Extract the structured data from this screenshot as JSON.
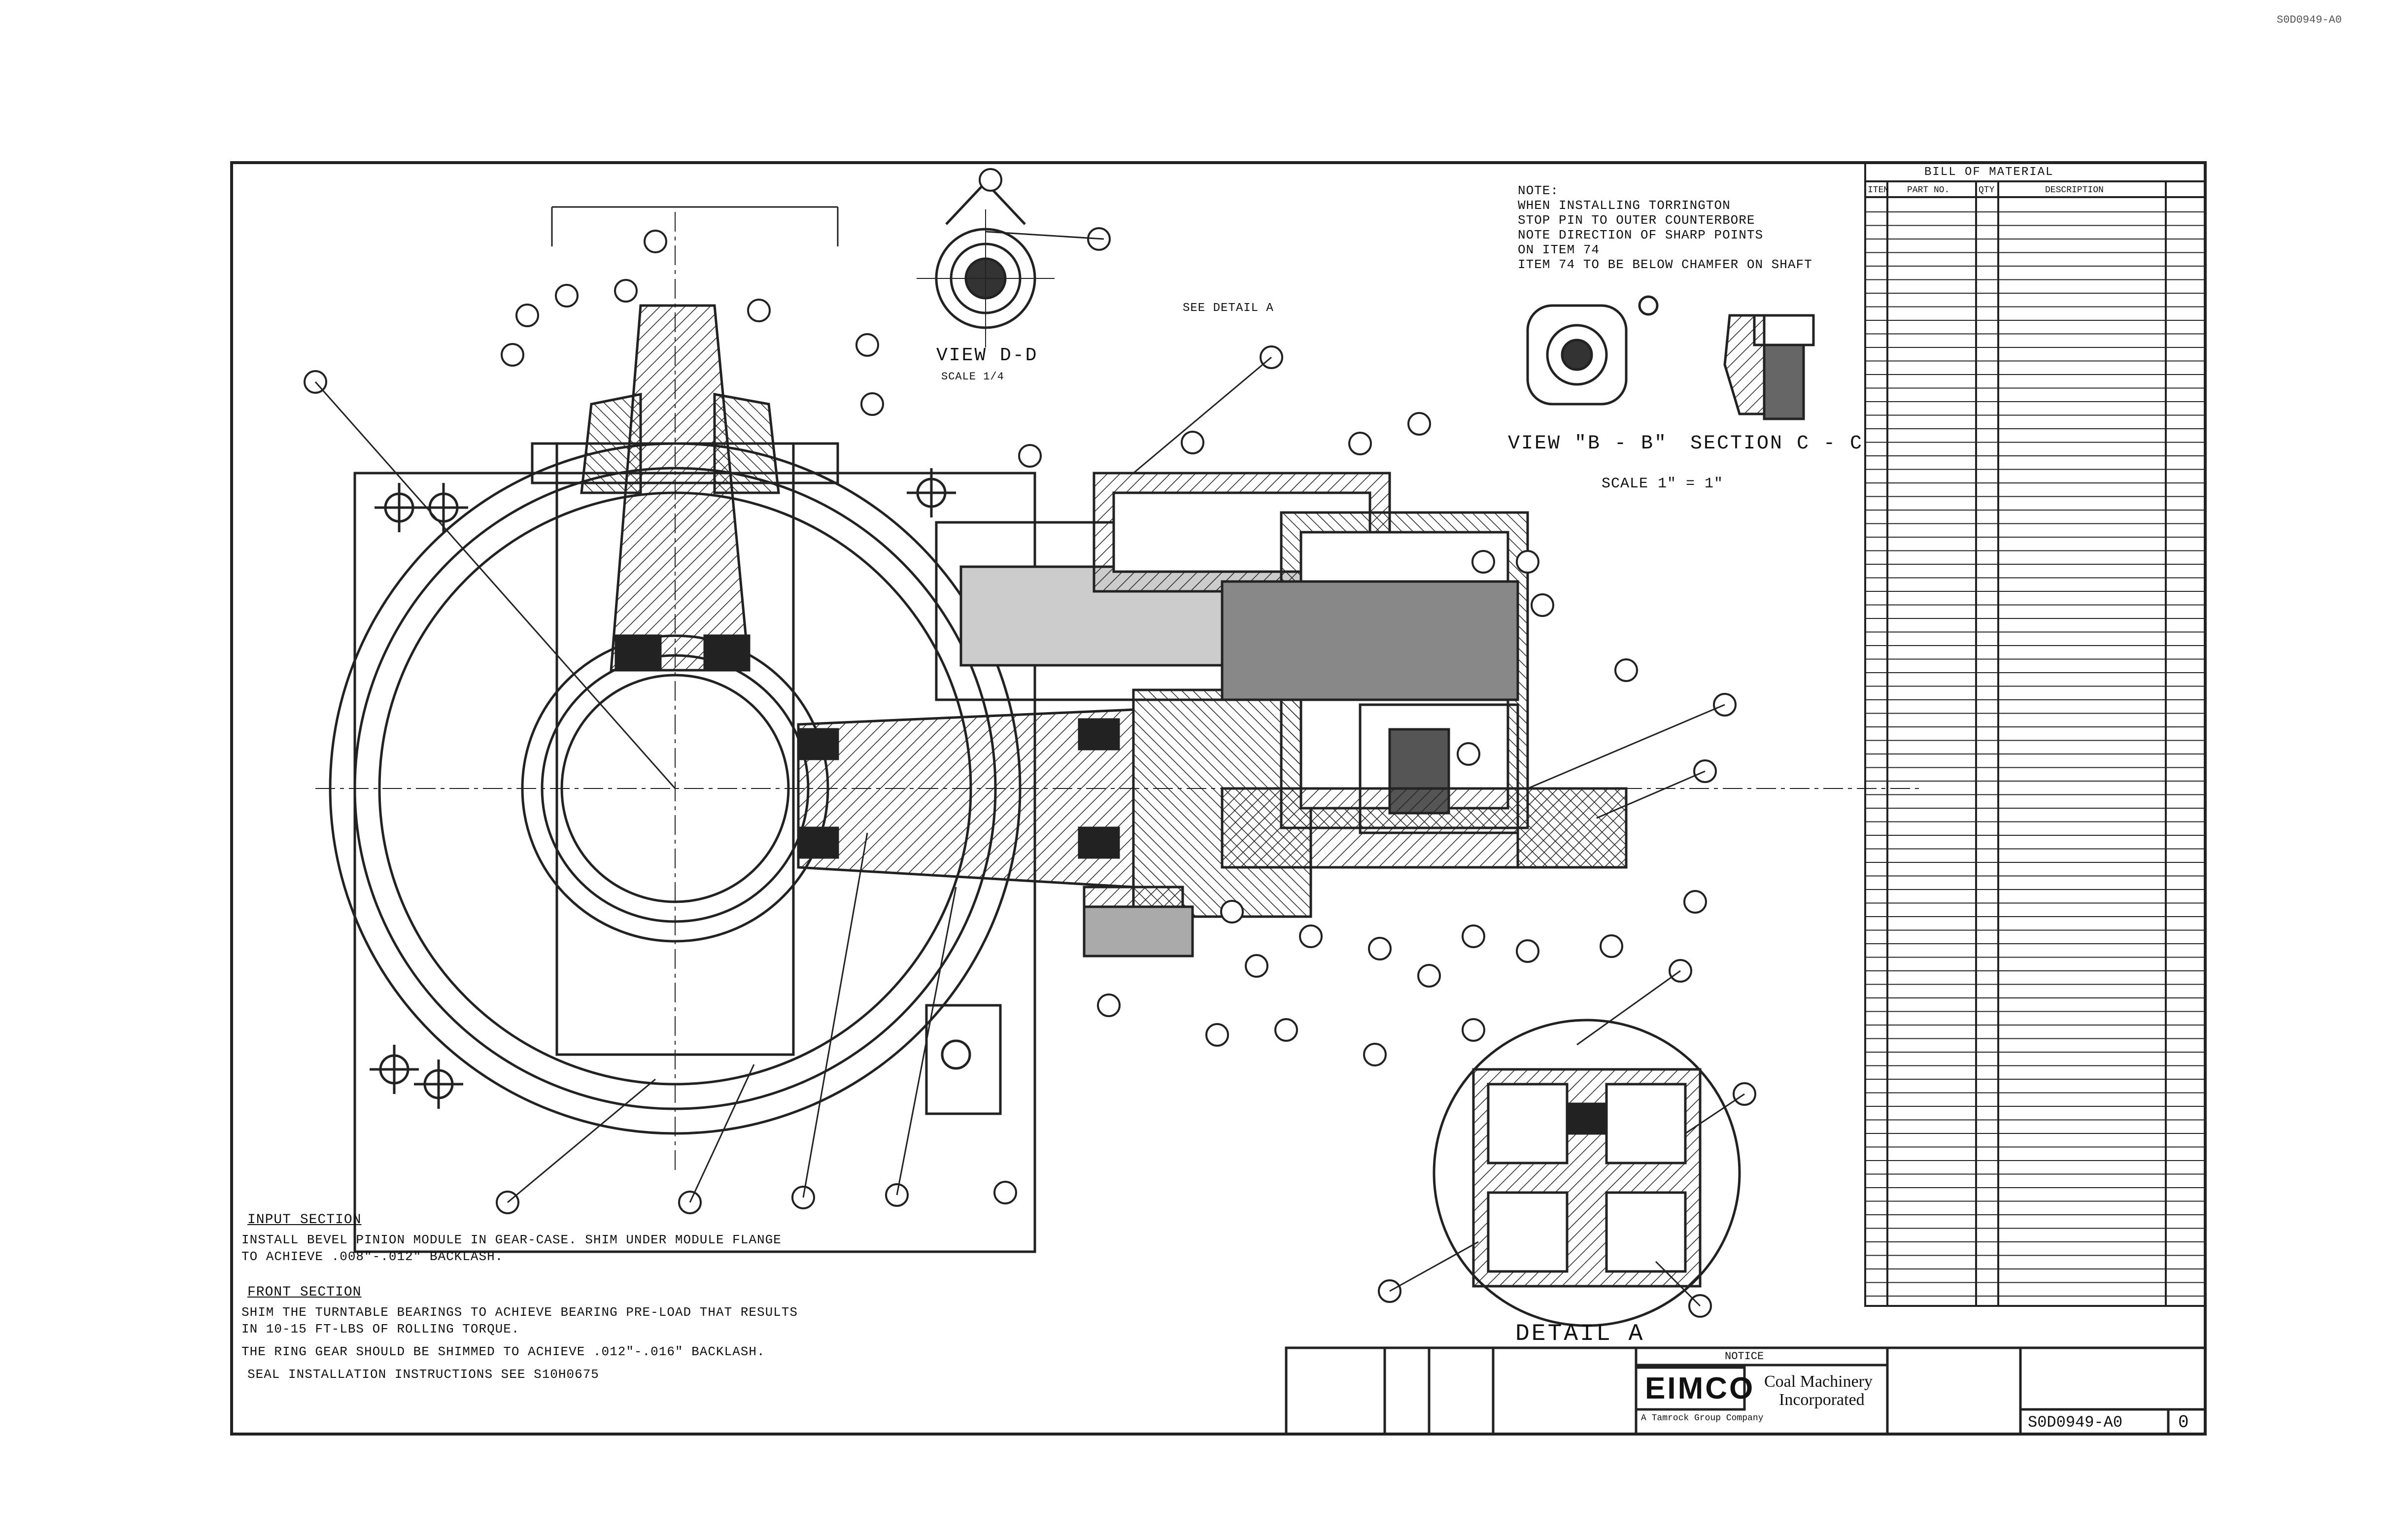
{
  "drawing_number_top": "S0D0949-A0",
  "views": {
    "view_d": "VIEW D-D",
    "view_d_scale": "SCALE 1/4",
    "view_b": "VIEW \"B - B\"",
    "section_c": "SECTION C - C",
    "scale_b": "SCALE 1\" = 1\"",
    "detail_a": "DETAIL A",
    "see_detail": "SEE DETAIL A"
  },
  "note_top": {
    "lines": [
      "NOTE:",
      "WHEN INSTALLING TORRINGTON",
      "STOP PIN TO OUTER COUNTERBORE",
      "NOTE DIRECTION OF SHARP POINTS",
      "ON ITEM 74",
      "ITEM 74 TO BE BELOW CHAMFER ON SHAFT"
    ]
  },
  "instructions": {
    "input_title": "INPUT SECTION",
    "input_line1": "INSTALL BEVEL PINION MODULE IN GEAR-CASE. SHIM UNDER MODULE FLANGE",
    "input_line2": "TO ACHIEVE .008\"-.012\" BACKLASH.",
    "front_title": "FRONT SECTION",
    "front_line1": "SHIM THE TURNTABLE BEARINGS TO ACHIEVE BEARING PRE-LOAD THAT RESULTS",
    "front_line2": "IN 10-15 FT-LBS OF ROLLING TORQUE.",
    "front_line3": "THE RING GEAR SHOULD BE SHIMMED TO ACHIEVE .012\"-.016\" BACKLASH.",
    "seal_line": "SEAL INSTALLATION INSTRUCTIONS SEE S10H0675"
  },
  "title_block": {
    "logo": "EIMCO",
    "company_line1": "Coal Machinery",
    "company_line2": "Incorporated",
    "company_sub": "A Tamrock Group Company",
    "dwg_no": "S0D0949-A0",
    "rev": "0",
    "notice": "NOTICE"
  },
  "bom": {
    "title": "BILL OF MATERIAL",
    "headers": [
      "ITEM",
      "PART NO.",
      "QTY",
      "DESCRIPTION"
    ]
  }
}
